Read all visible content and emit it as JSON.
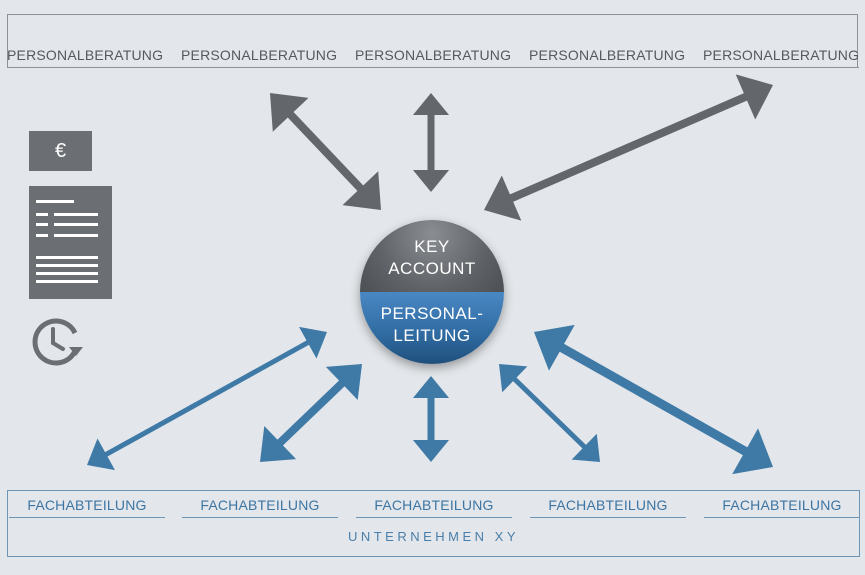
{
  "top_row": {
    "items": [
      {
        "label": "PERSONALBERATUNG"
      },
      {
        "label": "PERSONALBERATUNG"
      },
      {
        "label": "PERSONALBERATUNG"
      },
      {
        "label": "PERSONALBERATUNG"
      },
      {
        "label": "PERSONALBERATUNG"
      }
    ]
  },
  "bottom_row": {
    "items": [
      {
        "label": "FACHABTEILUNG"
      },
      {
        "label": "FACHABTEILUNG"
      },
      {
        "label": "FACHABTEILUNG"
      },
      {
        "label": "FACHABTEILUNG"
      },
      {
        "label": "FACHABTEILUNG"
      }
    ],
    "company_label": "UNTERNEHMEN XY"
  },
  "center": {
    "top_line1": "KEY",
    "top_line2": "ACCOUNT",
    "bottom_line1": "PERSONAL-",
    "bottom_line2": "LEITUNG"
  },
  "side_icons": {
    "currency_symbol": "€",
    "icons": [
      "euro-icon",
      "document-icon",
      "clock-icon"
    ]
  },
  "colors": {
    "background": "#e3e6ea",
    "gray": "#63666a",
    "blue": "#3f7aa7"
  }
}
